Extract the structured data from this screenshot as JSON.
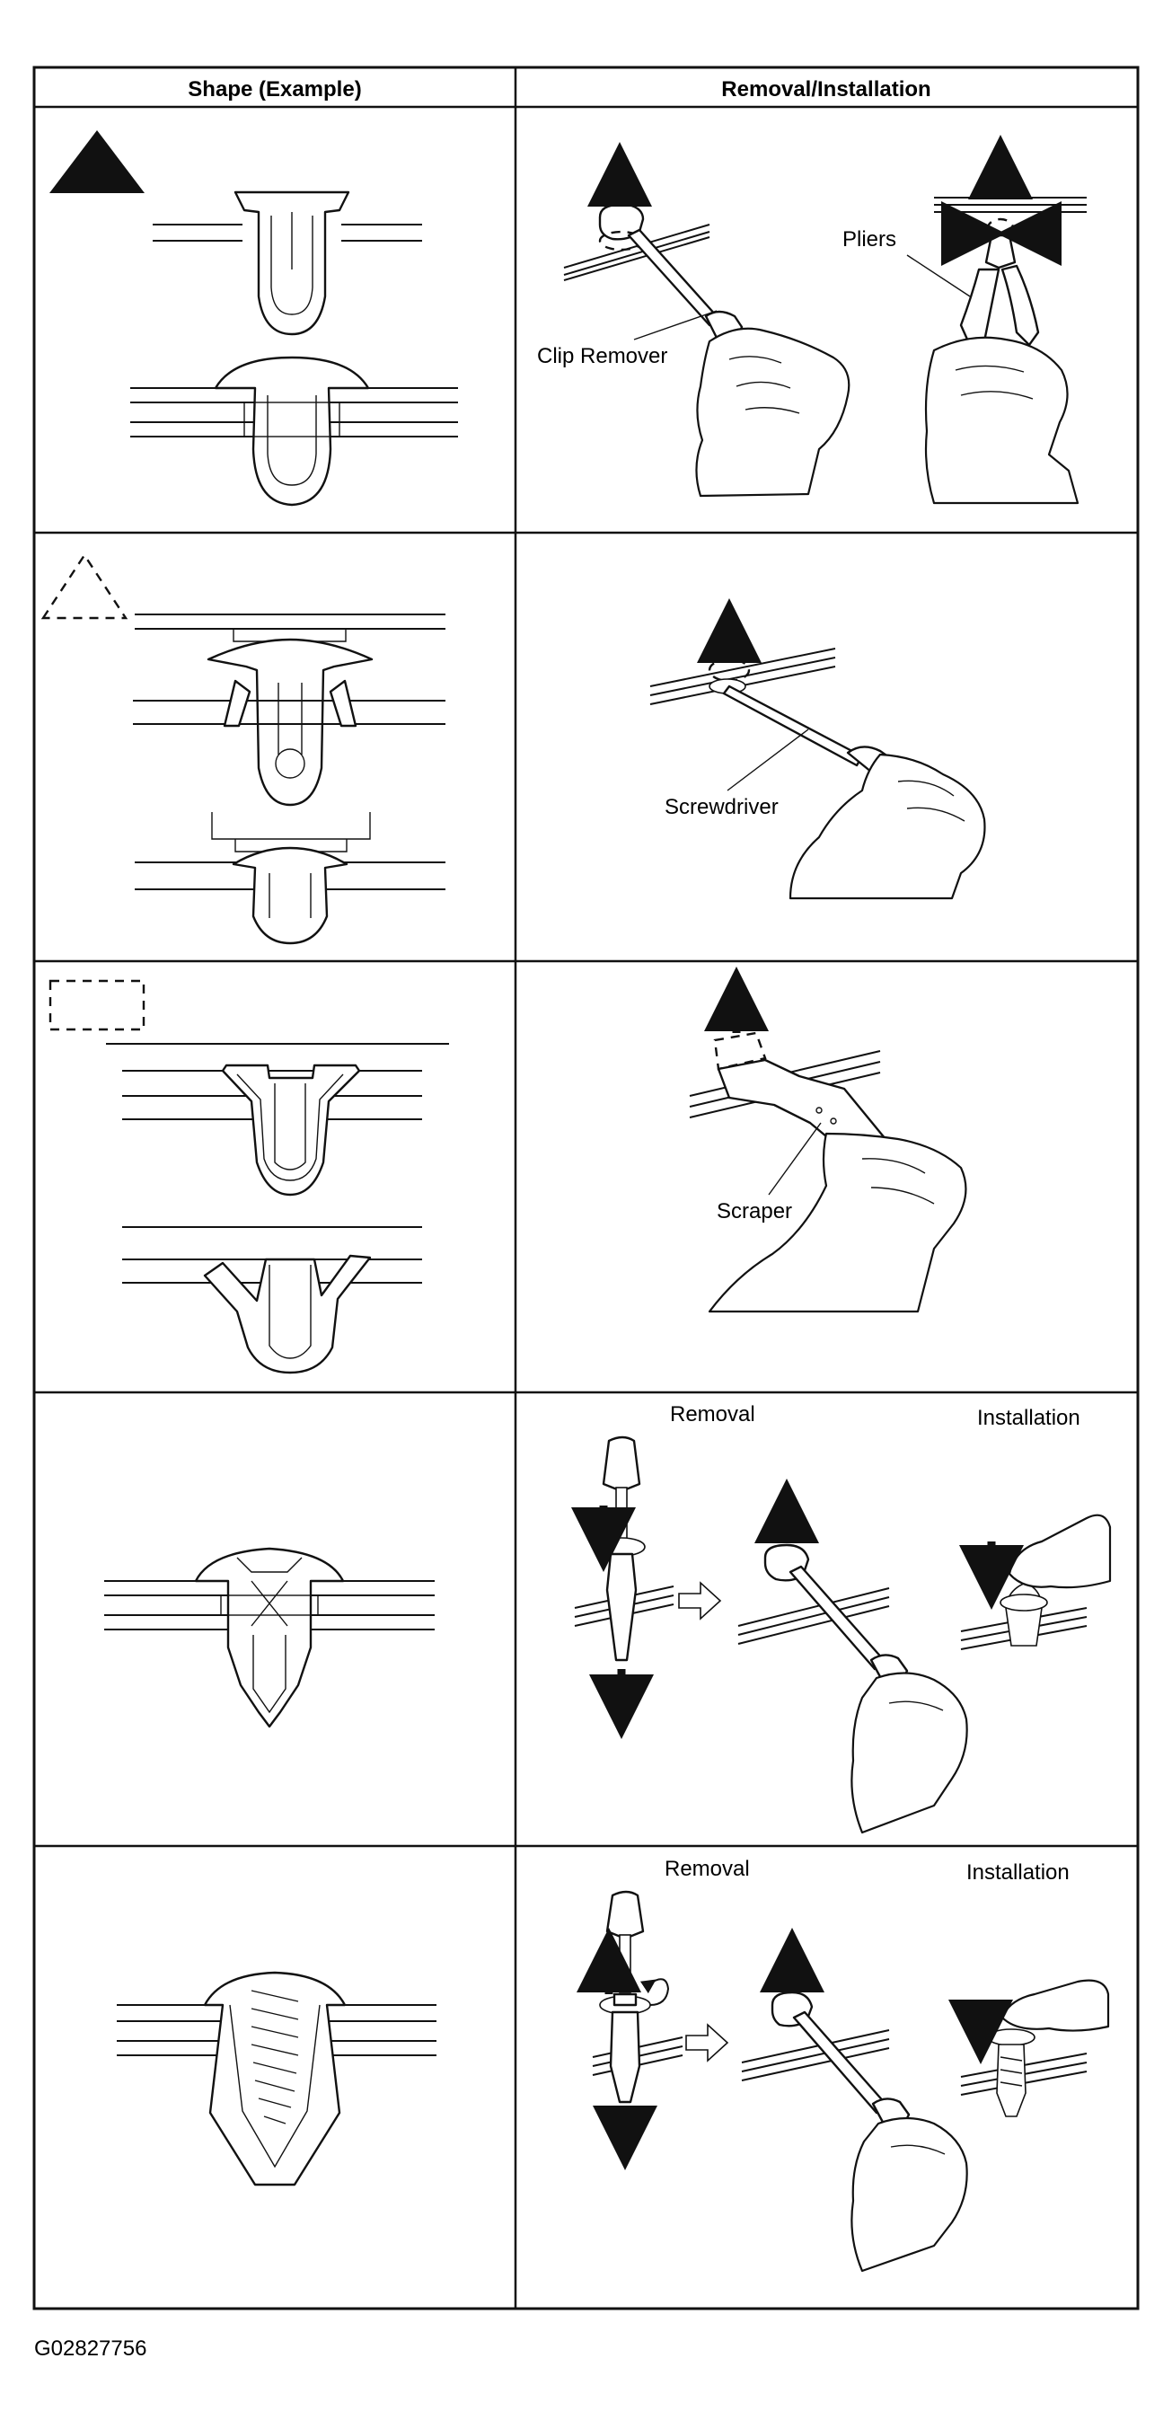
{
  "table": {
    "headers": {
      "shape": "Shape (Example)",
      "removal": "Removal/Installation"
    }
  },
  "rows": [
    {
      "marker": "solid-triangle",
      "tool_labels": [
        "Clip Remover",
        "Pliers"
      ]
    },
    {
      "marker": "dashed-triangle",
      "tool_labels": [
        "Screwdriver"
      ]
    },
    {
      "marker": "dashed-rectangle",
      "tool_labels": [
        "Scraper"
      ]
    },
    {
      "marker": "none",
      "step_labels": {
        "removal": "Removal",
        "installation": "Installation"
      }
    },
    {
      "marker": "none",
      "step_labels": {
        "removal": "Removal",
        "installation": "Installation"
      }
    }
  ],
  "figure_id": "G02827756"
}
